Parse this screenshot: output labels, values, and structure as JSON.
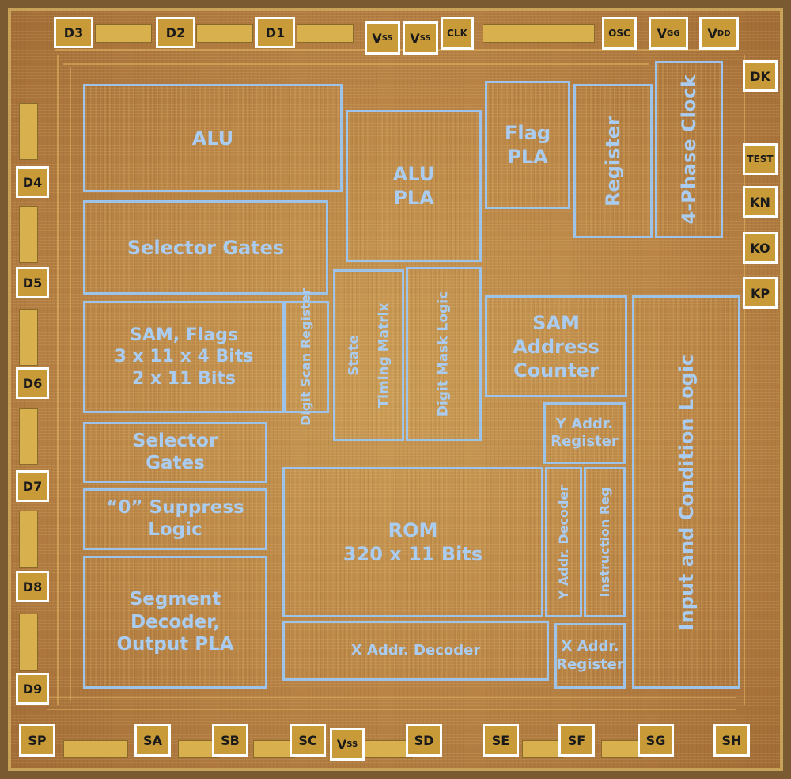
{
  "blocks": {
    "alu": "ALU",
    "selector_gates_top": "Selector Gates",
    "alu_pla": "ALU\nPLA",
    "flag_pla": "Flag\nPLA",
    "register": "Register",
    "four_phase_clock": "4-Phase Clock",
    "sam_flags": "SAM, Flags\n3 x 11 x 4 Bits\n2 x 11 Bits",
    "digit_scan_register": "Digit Scan\nRegister",
    "state": "State",
    "timing_matrix": "Timing\nMatrix",
    "digit_mask_logic": "Digit Mask\nLogic",
    "sam_address_counter": "SAM\nAddress\nCounter",
    "input_condition_logic": "Input and Condition Logic",
    "selector_gates_mid": "Selector\nGates",
    "zero_suppress_logic": "“0” Suppress\nLogic",
    "segment_decoder": "Segment\nDecoder,\nOutput PLA",
    "rom": "ROM\n320 x 11 Bits",
    "x_addr_decoder": "X Addr. Decoder",
    "y_addr_register": "Y Addr.\nRegister",
    "y_addr_decoder": "Y Addr. Decoder",
    "instruction_reg": "Instruction Reg",
    "x_addr_register": "X Addr.\nRegister"
  },
  "pads": {
    "top": {
      "d3": "D3",
      "d2": "D2",
      "d1": "D1",
      "vss1_main": "V",
      "vss1_sub": "SS",
      "vss2_main": "V",
      "vss2_sub": "SS",
      "clk": "CLK",
      "osc": "OSC",
      "vgg_main": "V",
      "vgg_sub": "GG",
      "vdd_main": "V",
      "vdd_sub": "DD"
    },
    "right": {
      "dk": "DK",
      "test": "TEST",
      "kn": "KN",
      "ko": "KO",
      "kp": "KP"
    },
    "left": {
      "d4": "D4",
      "d5": "D5",
      "d6": "D6",
      "d7": "D7",
      "d8": "D8",
      "d9": "D9"
    },
    "bottom": {
      "sp": "SP",
      "sa": "SA",
      "sb": "SB",
      "sc": "SC",
      "vss3_main": "V",
      "vss3_sub": "SS",
      "sd": "SD",
      "se": "SE",
      "sf": "SF",
      "sg": "SG",
      "sh": "SH"
    }
  },
  "colors": {
    "label": "#a9ccf0",
    "block_border": "#9ec3ea",
    "pad_border": "#ffffff",
    "die": "#b98446"
  }
}
